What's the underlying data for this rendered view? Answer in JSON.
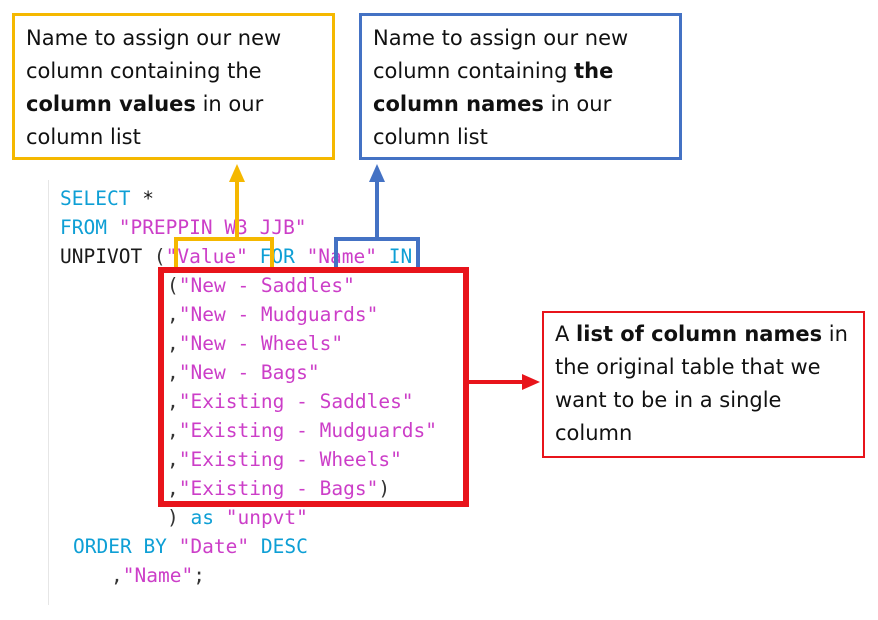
{
  "callouts": {
    "values": {
      "line1": "Name to assign our new",
      "line2": "column containing the",
      "line3_bold": "column values",
      "line3_rest": " in our",
      "line4": "column list",
      "color": "#f5b800"
    },
    "names": {
      "line1": "Name to assign our new",
      "line2_pre": "column containing ",
      "line2_bold": "the",
      "line3_bold": "column names",
      "line3_rest": " in our",
      "line4": "column list",
      "color": "#4472c4"
    },
    "list": {
      "line1_pre": "A ",
      "line1_bold": "list of column names",
      "line1_rest": " in",
      "line2": "the original table that we",
      "line3": "want to be in a single",
      "line4": "column",
      "color": "#e8141b"
    }
  },
  "code": {
    "select": "SELECT",
    "star": " *",
    "from": "FROM",
    "table": " \"PREPPIN_W3_JJB\"",
    "unpivot": "UNPIVOT",
    "open_paren": " (",
    "value_col": "\"Value\"",
    "for_kw": " FOR ",
    "name_col": "\"Name\"",
    "in_kw": " IN",
    "columns": [
      "\"New - Saddles\"",
      "\"New - Mudguards\"",
      "\"New - Wheels\"",
      "\"New - Bags\"",
      "\"Existing - Saddles\"",
      "\"Existing - Mudguards\"",
      "\"Existing - Wheels\"",
      "\"Existing - Bags\""
    ],
    "first_prefix": "(",
    "comma_prefix": ",",
    "close_inner": ")",
    "close_paren": ")",
    "as_kw": " as ",
    "alias": "\"unpvt\"",
    "order_by": "ORDER BY",
    "order_col": " \"Date\"",
    "desc": " DESC",
    "order_col2_prefix": ",",
    "order_col2": "\"Name\"",
    "semicolon": ";"
  },
  "colors": {
    "keyword": "#0e9fd5",
    "string": "#cc3ec8",
    "yellow": "#f5b800",
    "blue": "#4472c4",
    "red": "#e8141b"
  }
}
